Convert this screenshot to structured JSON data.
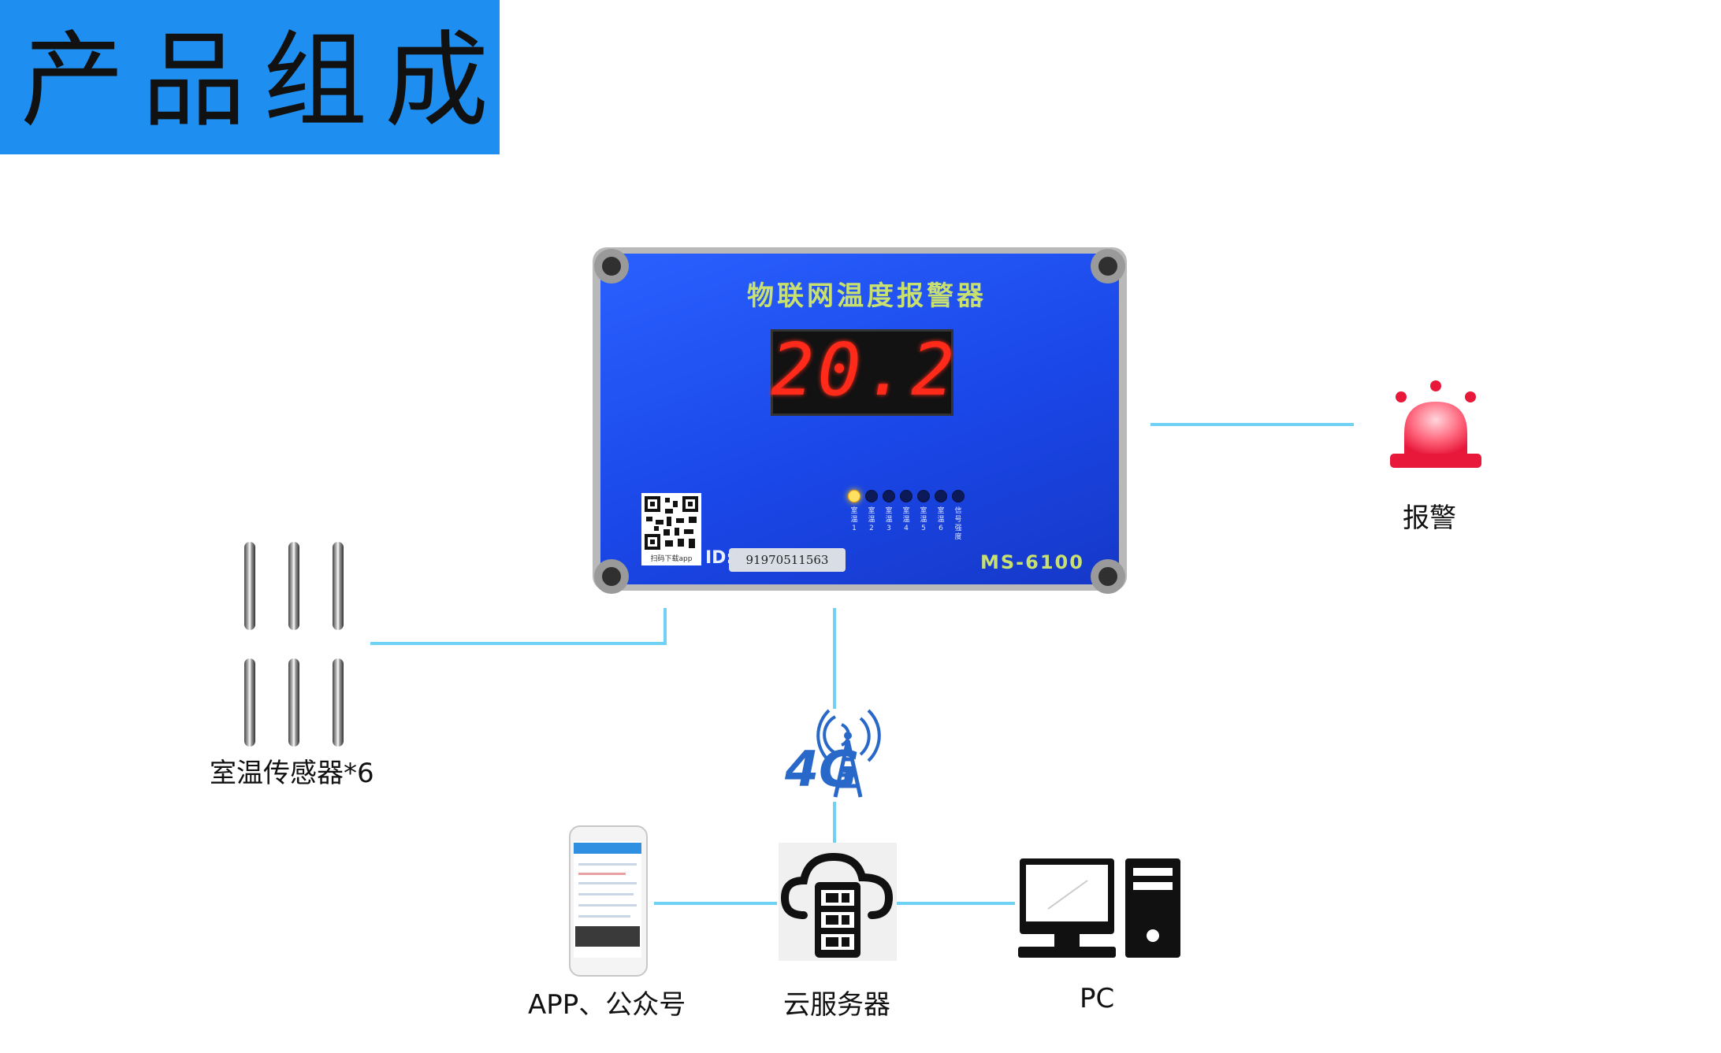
{
  "header": {
    "title": "产品组成"
  },
  "device": {
    "title": "物联网温度报警器",
    "display_value": "20.2",
    "qr_caption": "扫码下载app",
    "id_label": "ID:",
    "id_value": "91970511563",
    "model": "MS-6100",
    "leds": [
      {
        "label": "室温1",
        "on": true
      },
      {
        "label": "室温2",
        "on": false
      },
      {
        "label": "室温3",
        "on": false
      },
      {
        "label": "室温4",
        "on": false
      },
      {
        "label": "室温5",
        "on": false
      },
      {
        "label": "室温6",
        "on": false
      },
      {
        "label": "信号强度",
        "on": false
      }
    ]
  },
  "components": {
    "sensors": {
      "label": "室温传感器*6",
      "icon": "temperature-probe-icon"
    },
    "alarm": {
      "label": "报警",
      "icon": "siren-icon",
      "color": "#e8183a"
    },
    "network": {
      "label": "4G",
      "icon": "cell-tower-icon",
      "color": "#2868c8"
    },
    "app": {
      "label": "APP、公众号",
      "icon": "smartphone-icon"
    },
    "cloud": {
      "label": "云服务器",
      "icon": "cloud-server-icon"
    },
    "pc": {
      "label": "PC",
      "icon": "desktop-computer-icon"
    }
  },
  "colors": {
    "banner": "#1e8ff0",
    "connector": "#6fd2f4",
    "device_panel": "#1a47e8",
    "display_digits": "#ff2a1a"
  }
}
